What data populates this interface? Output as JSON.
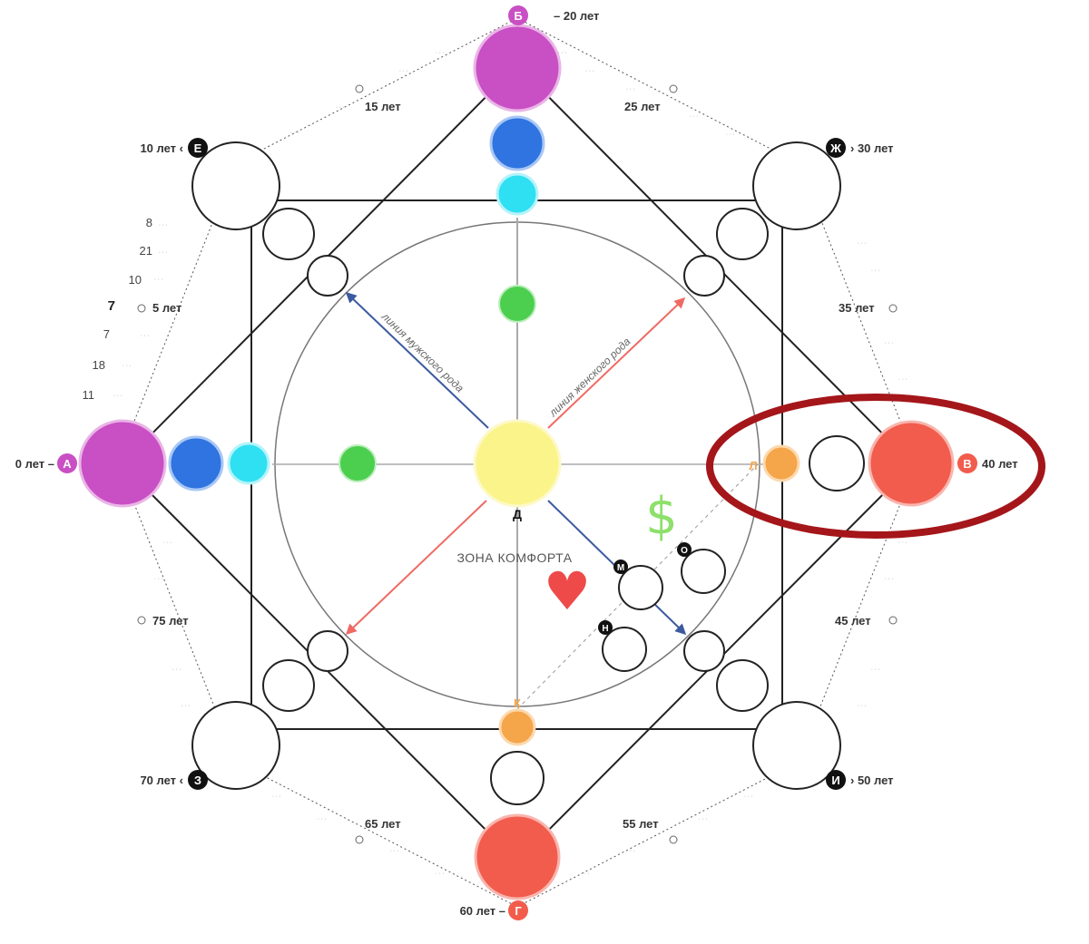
{
  "points": {
    "A": {
      "letter": "А",
      "age": "0 лет",
      "color": "#c94fc4"
    },
    "B": {
      "letter": "Б",
      "age": "20 лет",
      "color": "#c94fc4"
    },
    "V": {
      "letter": "В",
      "age": "40 лет",
      "color": "#f25c4c"
    },
    "G": {
      "letter": "Г",
      "age": "60 лет",
      "color": "#f25c4c"
    },
    "E": {
      "letter": "Е",
      "age": "10 лет",
      "color": "#111111"
    },
    "ZH": {
      "letter": "Ж",
      "age": "30 лет",
      "color": "#111111"
    },
    "I": {
      "letter": "И",
      "age": "50 лет",
      "color": "#111111"
    },
    "Z": {
      "letter": "З",
      "age": "70 лет",
      "color": "#111111"
    }
  },
  "ages": {
    "a5": "5 лет",
    "a15": "15 лет",
    "a25": "25 лет",
    "a35": "35 лет",
    "a45": "45 лет",
    "a55": "55 лет",
    "a65": "65 лет",
    "a75": "75 лет"
  },
  "side_numbers": {
    "n8": "8",
    "n21": "21",
    "n10": "10",
    "n7big": "7",
    "n7": "7",
    "n18": "18",
    "n11": "11"
  },
  "inner_letters": {
    "D": "Д",
    "K": "К",
    "L": "Л",
    "M": "М",
    "N": "Н",
    "O": "О"
  },
  "labels": {
    "male_line": "линия мужского рода",
    "female_line": "линия женского рода",
    "comfort_zone": "ЗОНА КОМФОРТА",
    "dollar": "$",
    "heart": "♥"
  },
  "colors": {
    "purple": "#c94fc4",
    "blue": "#2f74e0",
    "cyan": "#2fe0f2",
    "green": "#4ccf4f",
    "yellow": "#fbf48a",
    "orange": "#f5a54a",
    "red": "#f25c4c",
    "highlight": "#a4161a",
    "male_arrow": "#3c5aa0",
    "female_arrow": "#ef6a64"
  }
}
